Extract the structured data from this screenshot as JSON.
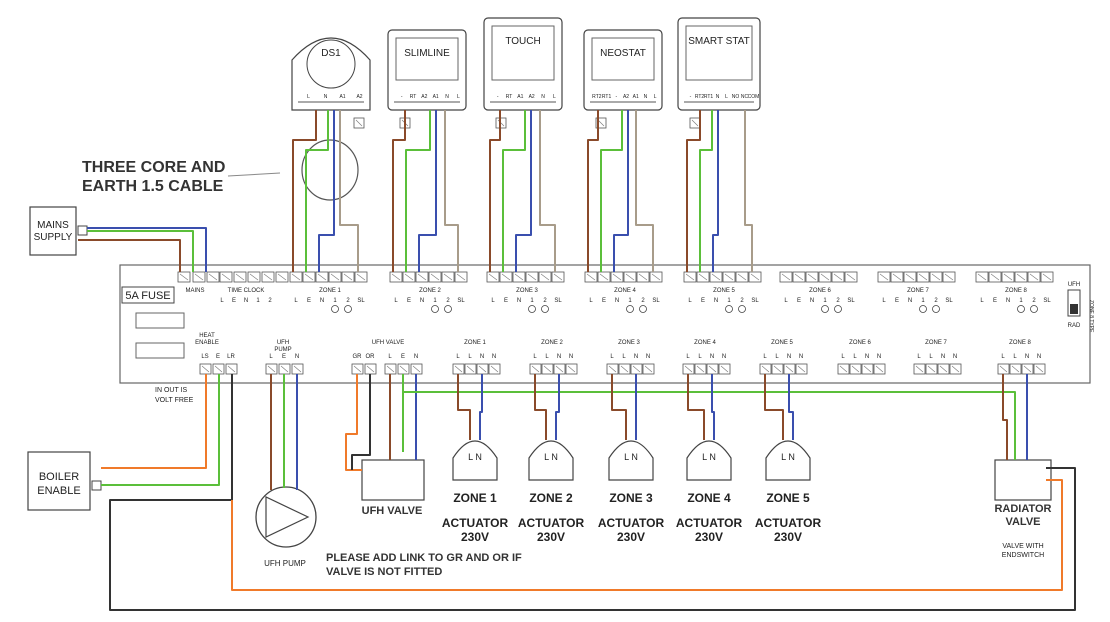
{
  "heading": {
    "line1": "THREE CORE AND",
    "line2": "EARTH 1.5 CABLE"
  },
  "mains_supply": {
    "line1": "MAINS",
    "line2": "SUPPLY"
  },
  "boiler_enable": {
    "line1": "BOILER",
    "line2": "ENABLE"
  },
  "fuse_label": "5A FUSE",
  "thermostats": [
    {
      "name": "DS1",
      "terminals": [
        "L",
        "N",
        "A1",
        "A2"
      ]
    },
    {
      "name": "SLIMLINE",
      "terminals": [
        "-",
        "RT",
        "A2",
        "A1",
        "N",
        "L"
      ]
    },
    {
      "name": "TOUCH",
      "terminals": [
        "-",
        "RT",
        "A1",
        "A2",
        "N",
        "L"
      ]
    },
    {
      "name": "NEOSTAT",
      "terminals": [
        "RT2",
        "RT1",
        "-",
        "A2",
        "A1",
        "N",
        "L"
      ]
    },
    {
      "name": "SMART STAT",
      "terminals": [
        "-",
        "RT2",
        "RT1",
        "N",
        "L",
        "NO",
        "NC",
        "COM"
      ]
    }
  ],
  "top_strip": {
    "mains": "MAINS",
    "time_clock": "TIME CLOCK",
    "zones": [
      "ZONE 1",
      "ZONE 2",
      "ZONE 3",
      "ZONE 4",
      "ZONE 5",
      "ZONE 6",
      "ZONE 7",
      "ZONE 8"
    ],
    "sub_labels": [
      "L",
      "E",
      "N",
      "1",
      "2",
      "SL"
    ]
  },
  "heat_enable": {
    "title1": "HEAT",
    "title2": "ENABLE",
    "terminals": [
      "LS",
      "E",
      "LR"
    ],
    "note1": "IN OUT IS",
    "note2": "VOLT FREE"
  },
  "ufh_pump": {
    "title1": "UFH",
    "title2": "PUMP",
    "terminals": [
      "L",
      "E",
      "N"
    ],
    "label": "UFH PUMP"
  },
  "ufh_valve": {
    "title": "UFH VALVE",
    "terminals": [
      "GR",
      "OR",
      "L",
      "E",
      "N"
    ],
    "label": "UFH VALVE"
  },
  "lower_zones": {
    "titles": [
      "ZONE 1",
      "ZONE 2",
      "ZONE 3",
      "ZONE 4",
      "ZONE 5",
      "ZONE 6",
      "ZONE 7",
      "ZONE 8"
    ],
    "terminals": [
      "L",
      "L",
      "N",
      "N"
    ]
  },
  "actuators": [
    {
      "zone": "ZONE 1",
      "label": "ACTUATOR",
      "voltage": "230V",
      "ln": "L N"
    },
    {
      "zone": "ZONE 2",
      "label": "ACTUATOR",
      "voltage": "230V",
      "ln": "L N"
    },
    {
      "zone": "ZONE 3",
      "label": "ACTUATOR",
      "voltage": "230V",
      "ln": "L N"
    },
    {
      "zone": "ZONE 4",
      "label": "ACTUATOR",
      "voltage": "230V",
      "ln": "L N"
    },
    {
      "zone": "ZONE 5",
      "label": "ACTUATOR",
      "voltage": "230V",
      "ln": "L N"
    }
  ],
  "radiator_valve": {
    "line1": "RADIATOR",
    "line2": "VALVE",
    "note1": "VALVE WITH",
    "note2": "ENDSWITCH"
  },
  "link_note": {
    "line1": "PLEASE ADD LINK TO GR AND OR IF",
    "line2": "VALVE IS NOT FITTED"
  },
  "switch": {
    "top": "UFH",
    "bottom": "RAD",
    "side": "ZONE 8 TYPE"
  },
  "colors": {
    "brown": "#8a4a2a",
    "blue": "#3a4fae",
    "green": "#5bbf3a",
    "grey": "#a89c8a",
    "orange": "#f07a2a",
    "dark": "#333333"
  }
}
